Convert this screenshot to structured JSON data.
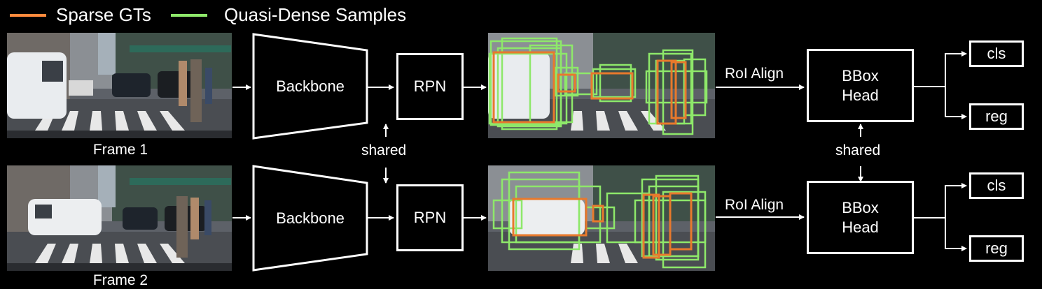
{
  "legend": {
    "items": [
      {
        "label": "Sparse GTs",
        "color": "#ff8a3d"
      },
      {
        "label": "Quasi-Dense Samples",
        "color": "#8ee86a"
      }
    ]
  },
  "frames": [
    {
      "label": "Frame 1"
    },
    {
      "label": "Frame 2"
    }
  ],
  "pipeline": {
    "backbone": "Backbone",
    "rpn": "RPN",
    "roi_align": "RoI Align",
    "bbox_head": "BBox\nHead",
    "cls": "cls",
    "reg": "reg",
    "shared_label": "shared"
  },
  "colors": {
    "background": "#000000",
    "line": "#ffffff",
    "gt_box": "#e8792c",
    "sample_box": "#8ee86a"
  }
}
